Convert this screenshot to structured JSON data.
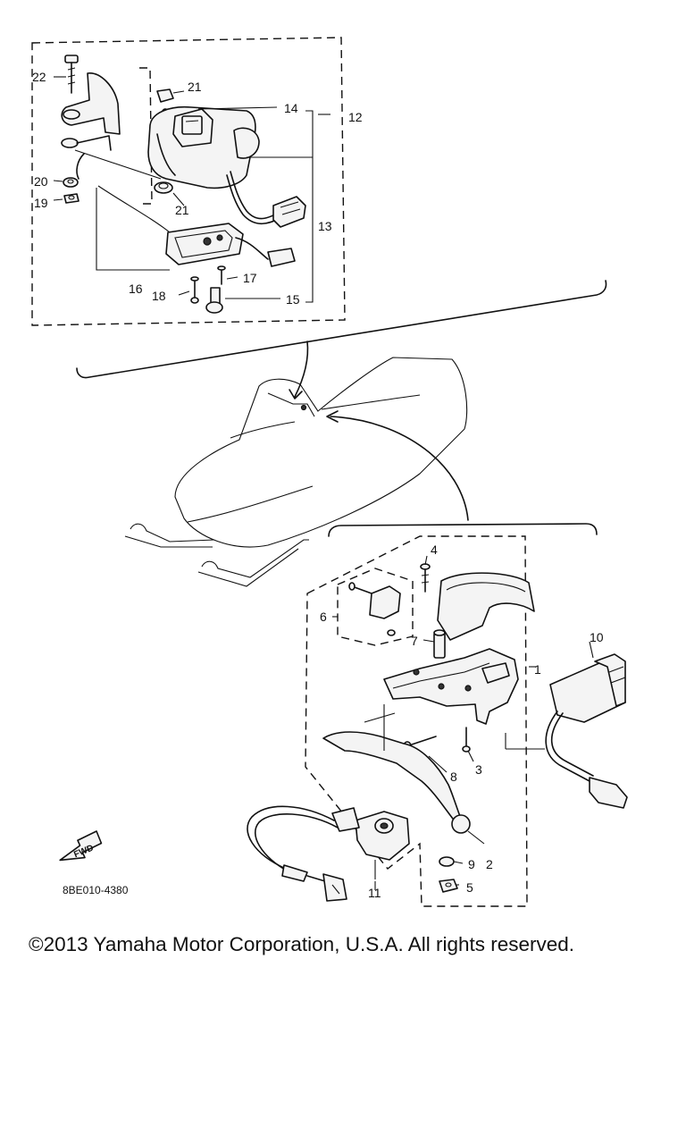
{
  "diagram": {
    "drawing_code": "8BE010-4380",
    "fwd_label": "FWD",
    "callouts": [
      "1",
      "2",
      "3",
      "4",
      "5",
      "6",
      "7",
      "8",
      "9",
      "10",
      "11",
      "12",
      "13",
      "14",
      "15",
      "16",
      "17",
      "18",
      "19",
      "20",
      "21",
      "21",
      "22"
    ]
  },
  "footer": {
    "copyright": "©2013 Yamaha Motor Corporation, U.S.A. All rights reserved."
  }
}
